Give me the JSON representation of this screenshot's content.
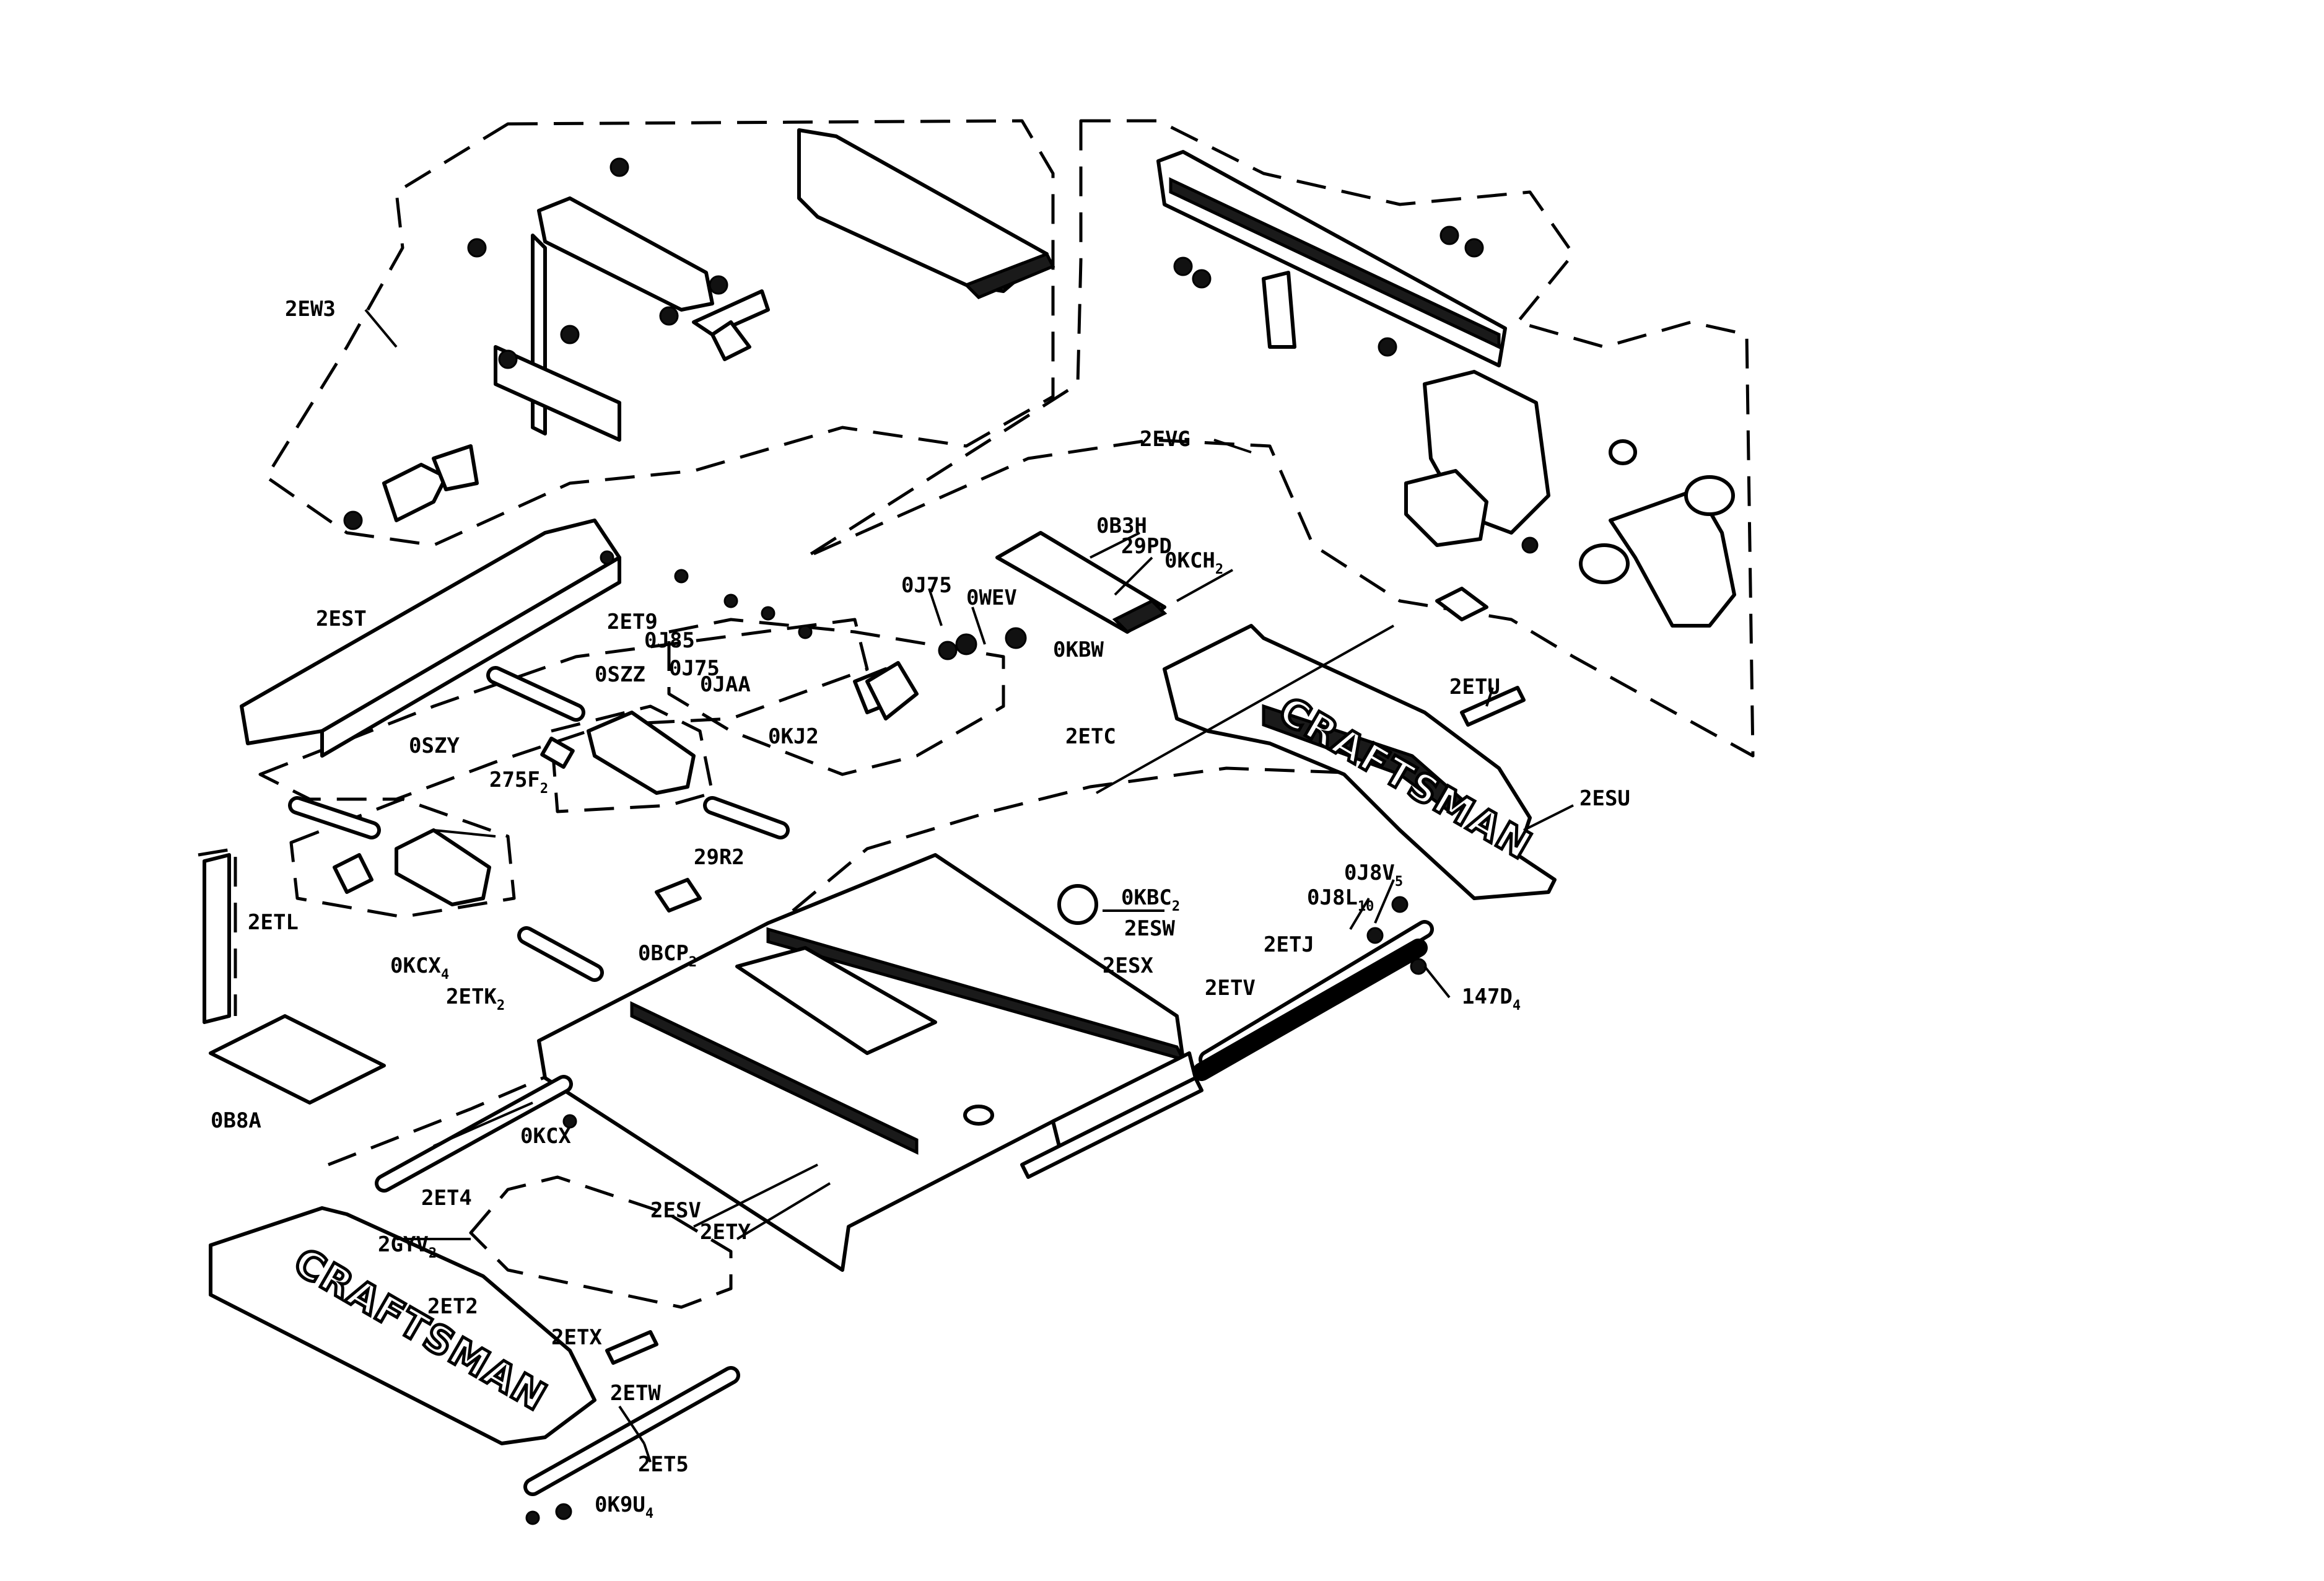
{
  "labels": {
    "2EW3": "2EW3",
    "2EVG": "2EVG",
    "0B3H": "0B3H",
    "29PD": "29PD",
    "0KCH2": "0KCH",
    "0KCH2_sub": "2",
    "0J75a": "0J75",
    "0WEV": "0WEV",
    "0KBW": "0KBW",
    "2EST": "2EST",
    "2ET9": "2ET9",
    "0J85": "0J85",
    "0J75b": "0J75",
    "0JAA": "0JAA",
    "0KJ2": "0KJ2",
    "2ETC": "2ETC",
    "2ETU": "2ETU",
    "2ESU": "2ESU",
    "0SZZ": "0SZZ",
    "0SZY": "0SZY",
    "275F": "275F",
    "275F_sub": "2",
    "29R2": "29R2",
    "2ETL": "2ETL",
    "0KCX4": "0KCX",
    "0KCX4_sub": "4",
    "2ETK2": "2ETK",
    "2ETK2_sub": "2",
    "0BCP": "0BCP",
    "0BCP_sub": "2",
    "0KBC": "0KBC",
    "0KBC_sub": "2",
    "2ESW": "2ESW",
    "2ESX": "2ESX",
    "0J8V": "0J8V",
    "0J8V_sub": "5",
    "0J8L": "0J8L",
    "0J8L_sub": "10",
    "2ETJ": "2ETJ",
    "2ETV": "2ETV",
    "147D": "147D",
    "147D_sub": "4",
    "0B8A": "0B8A",
    "0KCX": "0KCX",
    "2ET4": "2ET4",
    "2ESV": "2ESV",
    "2ETY": "2ETY",
    "2GYV": "2GYV",
    "2GYV_sub": "2",
    "2ET2": "2ET2",
    "2ETX": "2ETX",
    "2ETW": "2ETW",
    "2ET5": "2ET5",
    "0K9U": "0K9U",
    "0K9U_sub": "4"
  },
  "brand_text": "CRAFTSMAN",
  "colors": {
    "ink": "#000000",
    "paper": "#ffffff"
  }
}
